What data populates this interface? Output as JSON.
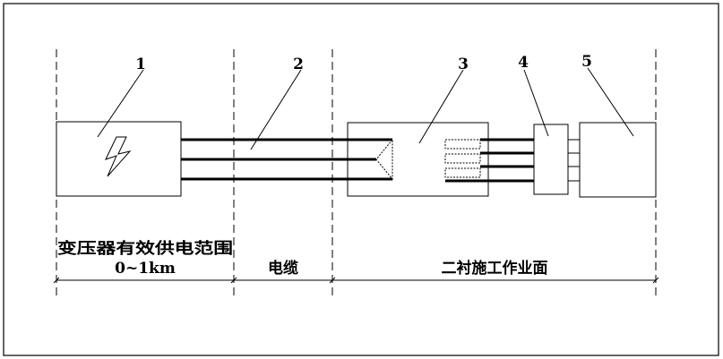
{
  "diagram": {
    "callouts": [
      "1",
      "2",
      "3",
      "4",
      "5"
    ],
    "zones": {
      "transformer": {
        "line1": "变压器有效供电范围",
        "line2": "0~1km"
      },
      "cable": {
        "label": "电缆"
      },
      "work_face": {
        "label": "二衬施工作业面"
      }
    },
    "icons": {
      "transformer_symbol": "lightning-bolt-icon"
    }
  }
}
